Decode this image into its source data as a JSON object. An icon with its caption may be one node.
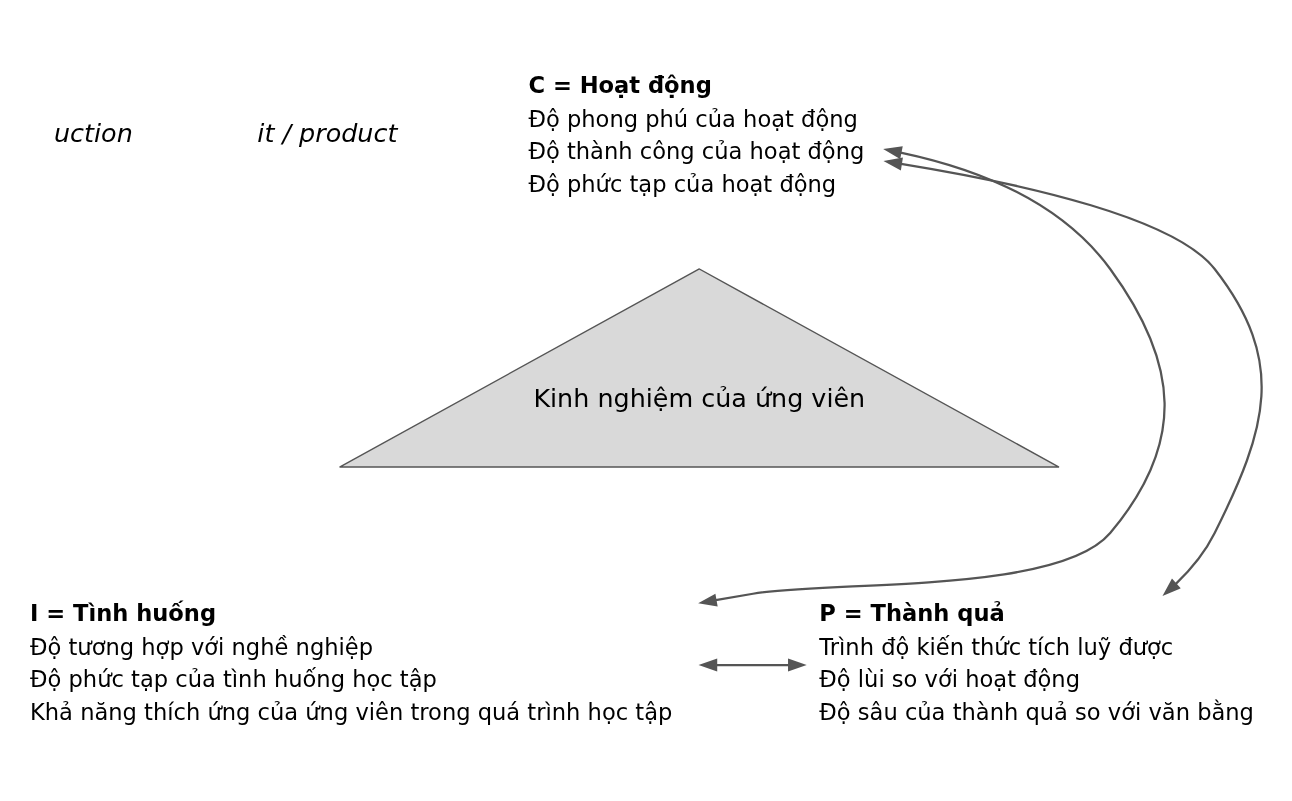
{
  "diagram": {
    "nodes": [
      {
        "text": [
          "Kinh nghiệm của ứng viên"
        ]
      },
      {
        "text": [
          "C = Hoạt động",
          "Độ phong phú của hoạt động",
          "Độ thành công của hoạt động",
          "Độ phức tạp của hoạt động"
        ]
      },
      {
        "text": [
          "I = Tình huống",
          "Độ tương hợp với nghề nghiệp",
          "Độ phức tạp của tình huống học tập",
          "Khả năng thích ứng của ứng viên trong quá trình học tập"
        ]
      },
      {
        "text": [
          "P = Thành quả",
          "Trình độ kiến thức tích luỹ được",
          "Độ lùi so với hoạt động",
          "Độ sâu của thành quả so với văn bằng"
        ]
      }
    ],
    "edges": [
      {
        "from": 1,
        "to": 2,
        "arrow": "both"
      },
      {
        "from": 1,
        "to": 3,
        "arrow": "both"
      },
      {
        "from": 2,
        "to": 3,
        "arrow": "both"
      }
    ],
    "labels": [
      "uction",
      "it / product"
    ]
  }
}
